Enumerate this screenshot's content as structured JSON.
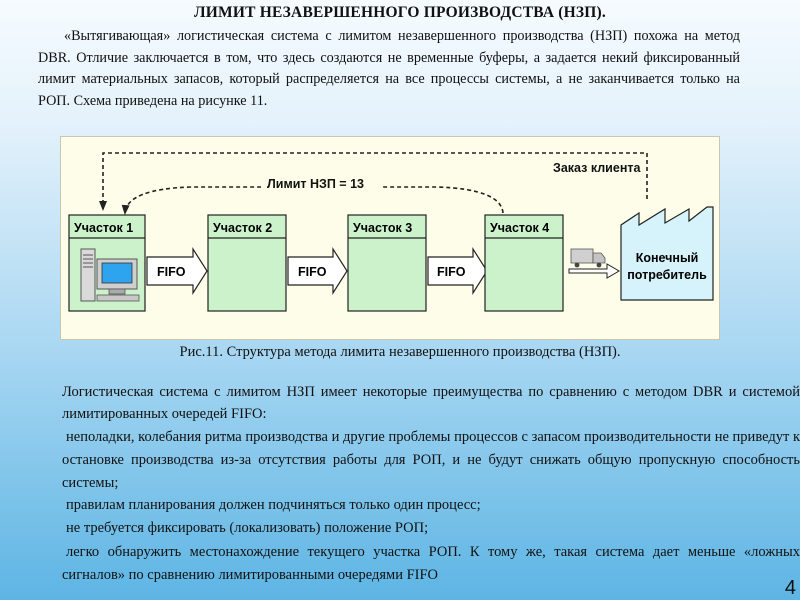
{
  "slide": {
    "title": "ЛИМИТ НЕЗАВЕРШЕННОГО ПРОИЗВОДСТВА (НЗП).",
    "intro_paragraph": "«Вытягивающая» логистическая система с лимитом незавершенного производства (НЗП) похожа на метод DBR. Отличие заключается в том, что здесь создаются не временные буферы, а задается некий фиксированный лимит материальных запасов, который распределяется на все процессы системы, а не заканчивается только на РОП. Схема приведена на рисунке 11.",
    "caption": "Рис.11. Структура метода лимита незавершенного производства (НЗП).",
    "body_intro": "Логистическая система с лимитом НЗП имеет некоторые преимущества по сравнению с методом DBR и системой лимитированных очередей FIFO:",
    "bullets": [
      "неполадки, колебания ритма производства и другие проблемы процессов с запасом производительности не приведут к остановке производства из-за отсутствия работы для РОП, и не будут снижать общую пропускную способность системы;",
      "правилам планирования должен подчиняться только один процесс;",
      "не требуется фиксировать (локализовать) положение РОП;",
      "легко обнаружить местонахождение текущего участка РОП. К тому же, такая система дает меньше «ложных сигналов» по сравнению лимитированными очередями FIFO"
    ],
    "bullet_glyph": "",
    "page_number": "4"
  },
  "diagram": {
    "stations": [
      "Участок 1",
      "Участок 2",
      "Участок 3",
      "Участок 4"
    ],
    "queue_label": "FIFO",
    "limit_label": "Лимит НЗП = 13",
    "order_label": "Заказ клиента",
    "consumer_label_line1": "Конечный",
    "consumer_label_line2": "потребитель",
    "station_fill": "#ccf2cc",
    "consumer_fill": "#d6f3fb"
  }
}
